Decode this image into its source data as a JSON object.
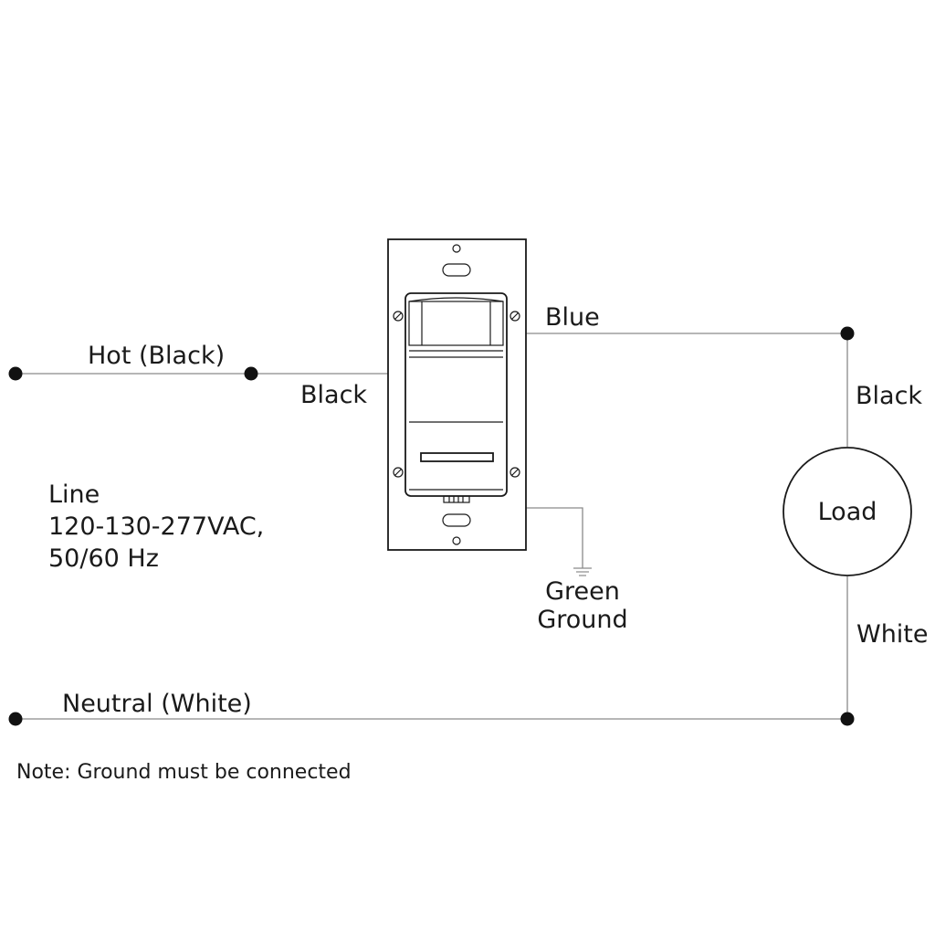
{
  "labels": {
    "hot": "Hot (Black)",
    "black_left": "Black",
    "blue": "Blue",
    "black_right": "Black",
    "load": "Load",
    "white": "White",
    "line_1": "Line",
    "line_2": "120-130-277VAC,",
    "line_3": "50/60 Hz",
    "green": "Green",
    "ground": "Ground",
    "neutral": "Neutral (White)"
  },
  "note": "Note: Ground must be connected"
}
